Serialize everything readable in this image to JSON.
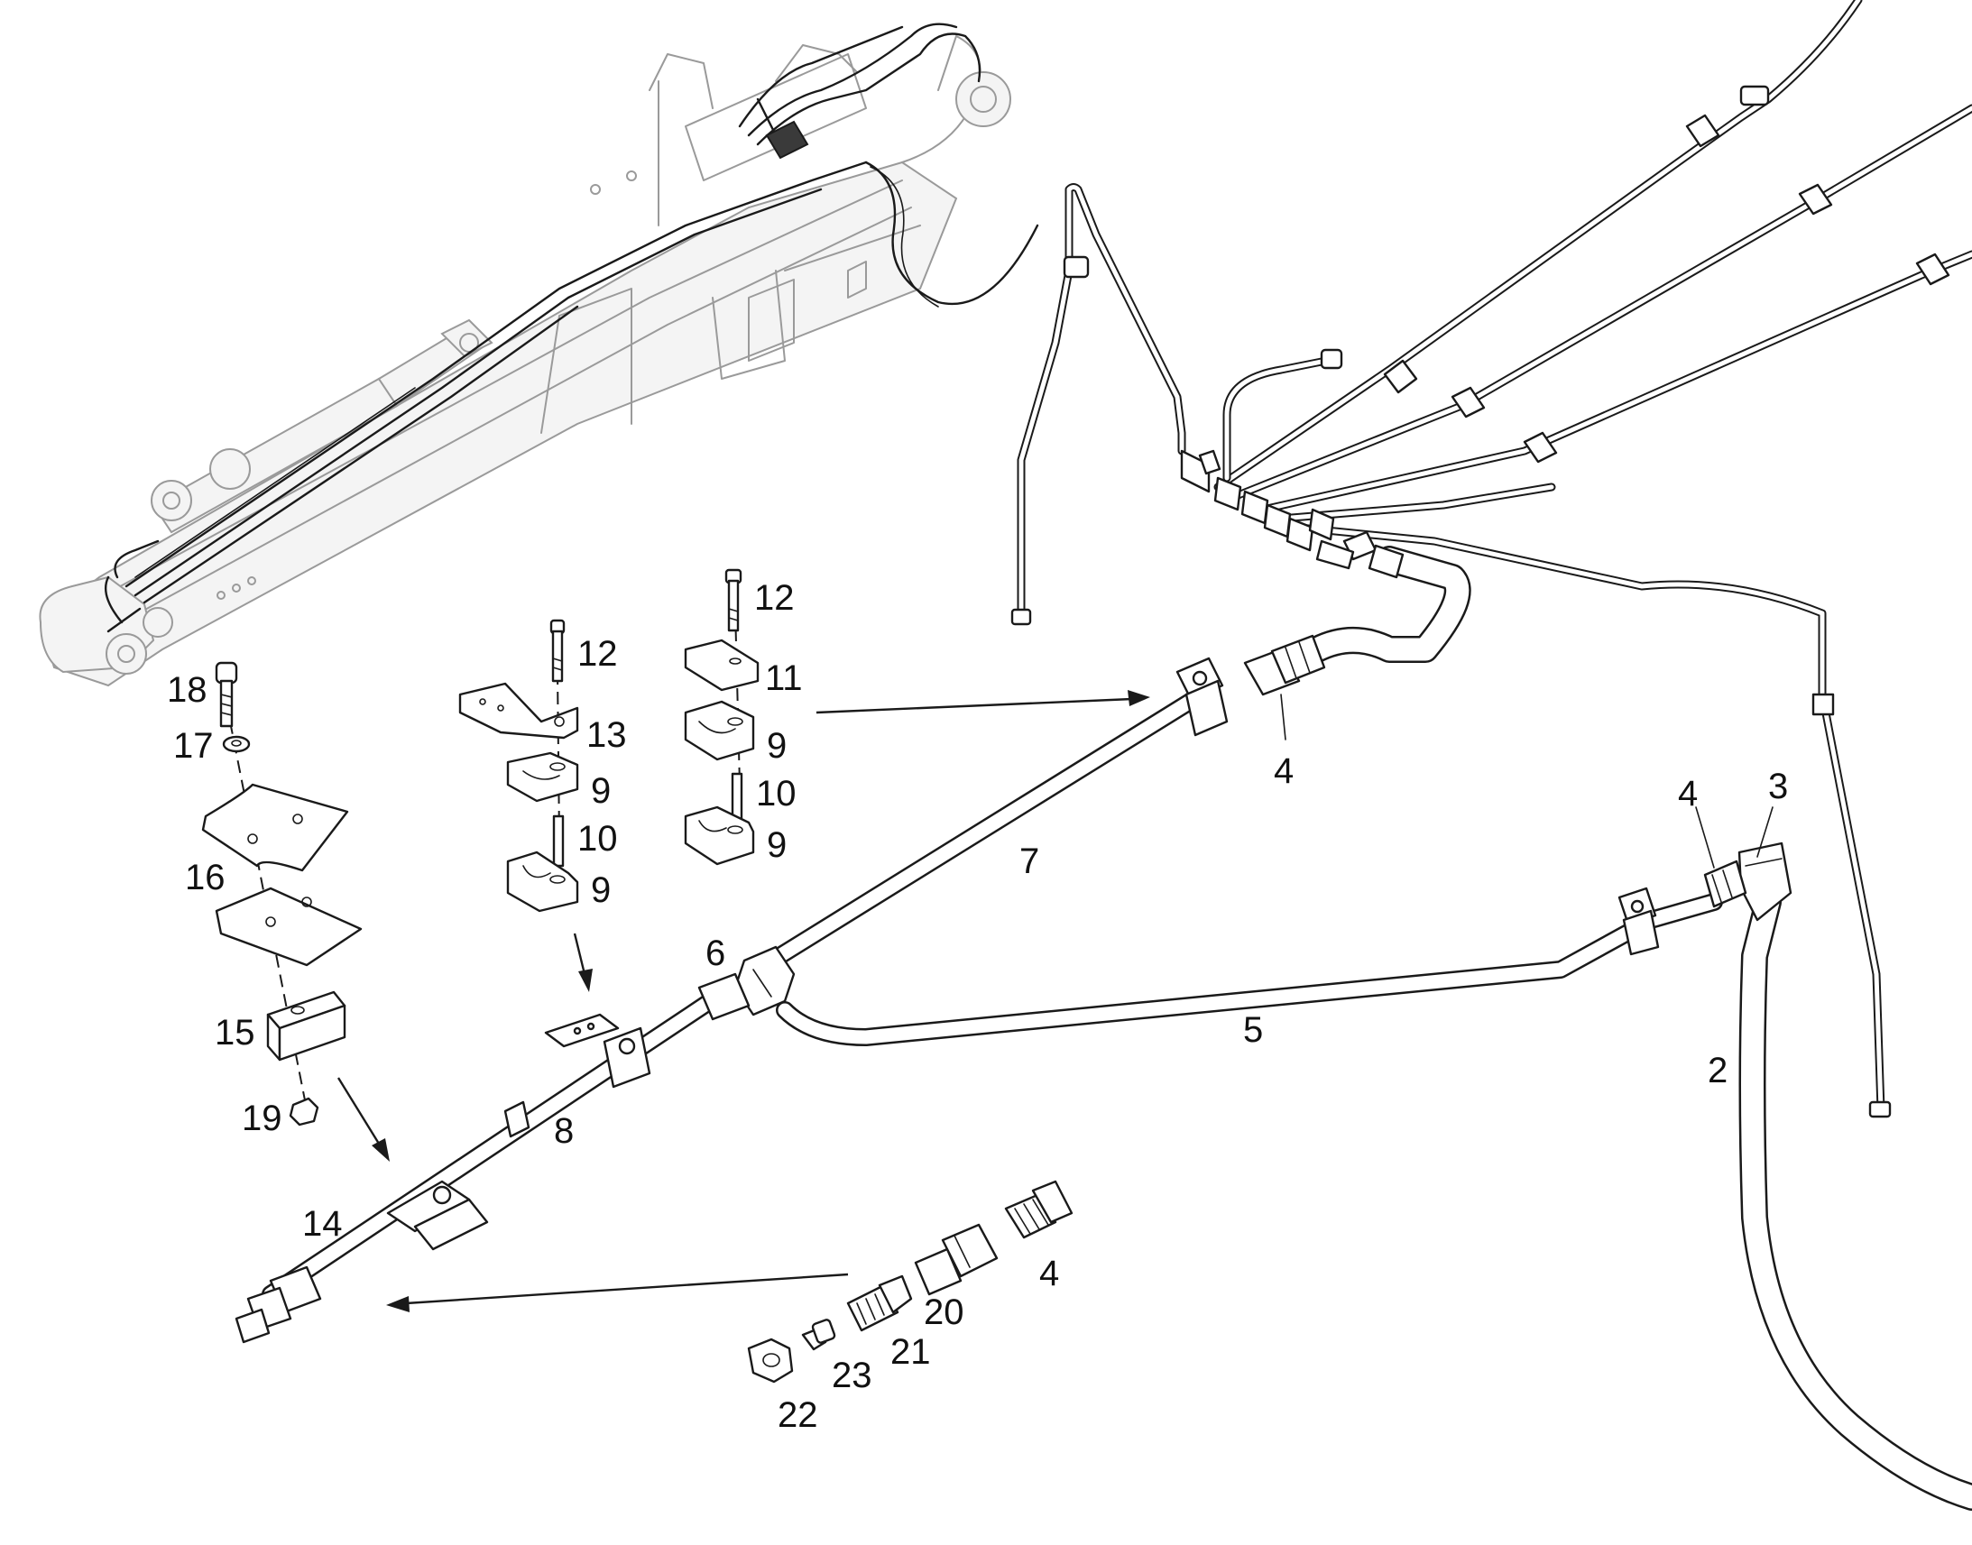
{
  "callouts": {
    "c2": "2",
    "c3": "3",
    "c4a": "4",
    "c4b": "4",
    "c4c": "4",
    "c5": "5",
    "c6": "6",
    "c7": "7",
    "c8": "8",
    "c9a": "9",
    "c9b": "9",
    "c9c": "9",
    "c9d": "9",
    "c10a": "10",
    "c10b": "10",
    "c11": "11",
    "c12a": "12",
    "c12b": "12",
    "c13": "13",
    "c14": "14",
    "c15": "15",
    "c16": "16",
    "c17": "17",
    "c18": "18",
    "c19": "19",
    "c20": "20",
    "c21": "21",
    "c22": "22",
    "c23": "23"
  }
}
